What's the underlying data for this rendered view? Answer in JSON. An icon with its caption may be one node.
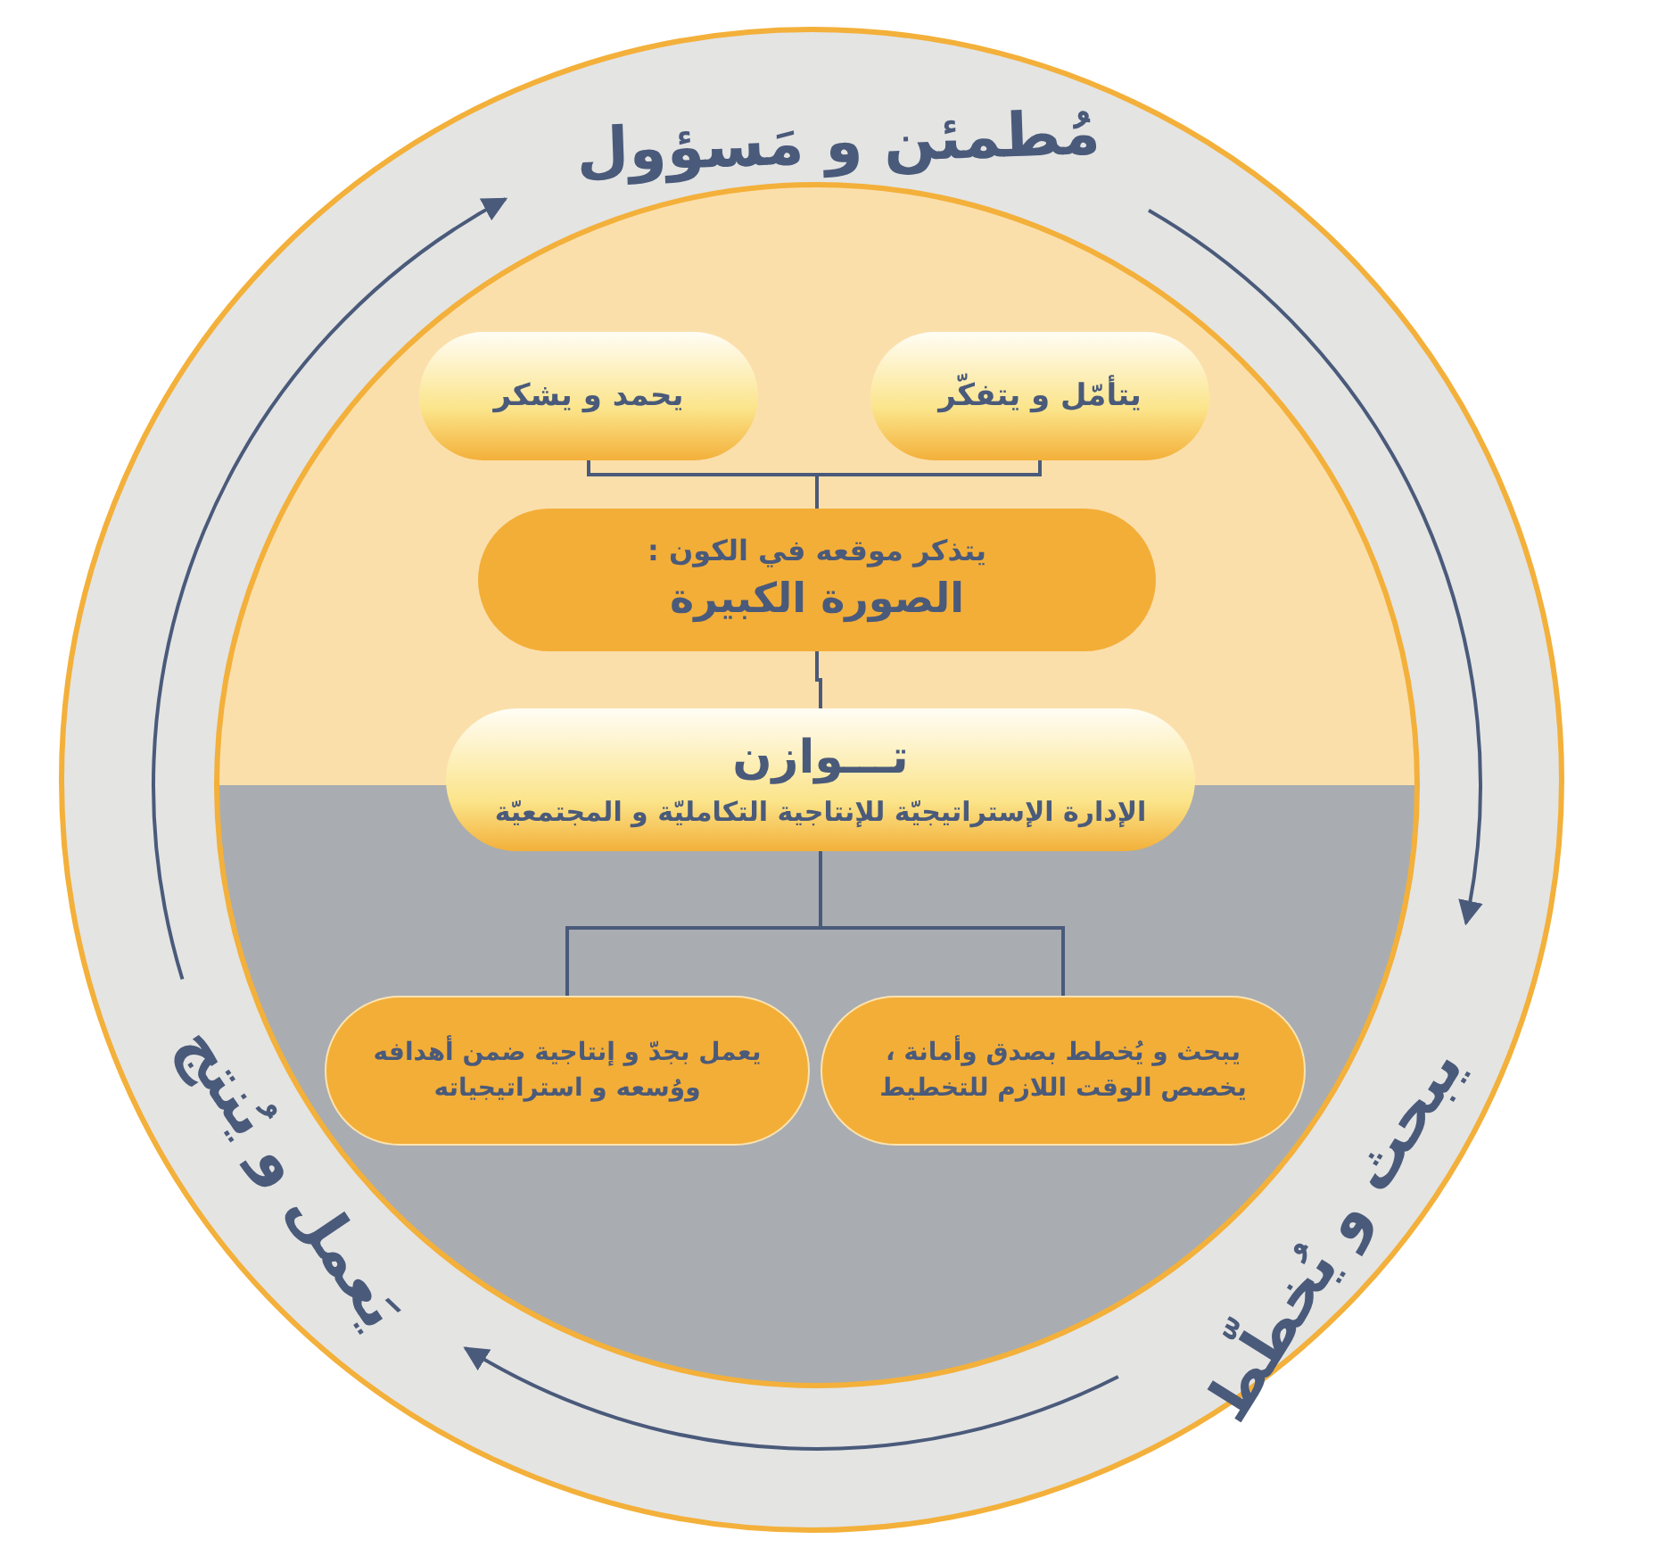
{
  "diagram": {
    "nodes": [
      {
        "text": [
          "مُطمئن و مَسؤول"
        ]
      },
      {
        "text": [
          "يبحث و يُخطّط"
        ]
      },
      {
        "text": [
          "يَعمل و يُنتج"
        ]
      },
      {
        "text": [
          "يتأمّل و يتفكّر"
        ]
      },
      {
        "text": [
          "يحمد و يشكر"
        ]
      },
      {
        "text": [
          "يتذكر موقعه في الكون :",
          "الصورة الكبيرة"
        ]
      },
      {
        "text": [
          "تـــوازن",
          "الإدارة الإستراتيجيّة للإنتاجية التكامليّة و المجتمعيّة"
        ]
      },
      {
        "text": [
          "يبحث و يُخطط بصدق وأمانة ، يخصص الوقت اللازم للتخطيط"
        ]
      },
      {
        "text": [
          "يعمل بجدّ و إنتاجية ضمن أهدافه ووُسعه و استراتيجياته"
        ]
      }
    ],
    "edges": [
      {
        "from": 0,
        "to": 1,
        "arrow": "to"
      },
      {
        "from": 1,
        "to": 2,
        "arrow": "to"
      },
      {
        "from": 2,
        "to": 0,
        "arrow": "to"
      },
      {
        "from": 3,
        "to": 5,
        "arrow": "none"
      },
      {
        "from": 4,
        "to": 5,
        "arrow": "none"
      },
      {
        "from": 5,
        "to": 6,
        "arrow": "none"
      },
      {
        "from": 6,
        "to": 7,
        "arrow": "none"
      },
      {
        "from": 6,
        "to": 8,
        "arrow": "none"
      }
    ]
  }
}
